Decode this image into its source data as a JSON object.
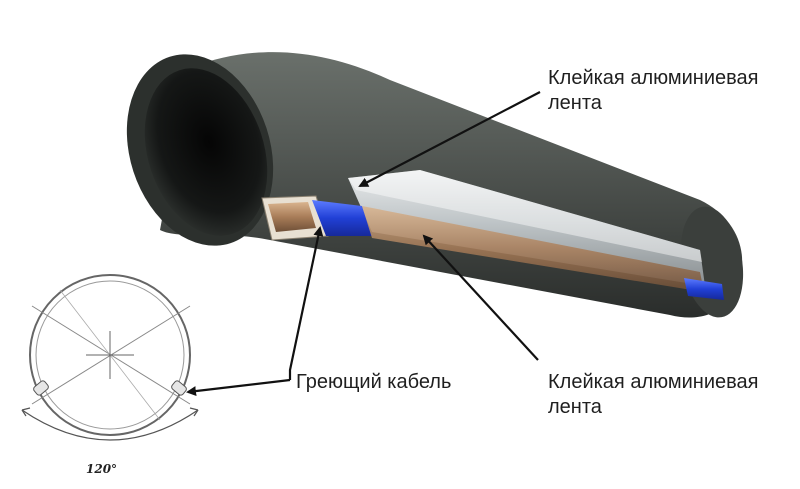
{
  "labels": {
    "tape_top": {
      "line1": "Клейкая алюминиевая",
      "line2": "лента"
    },
    "heating_cable": "Греющий кабель",
    "tape_bottom": {
      "line1": "Клейкая алюминиевая",
      "line2": "лента"
    },
    "angle": "120°"
  },
  "colors": {
    "pipe": "#4a4f4b",
    "pipe_dark": "#1b1d1c",
    "cable": "#2a4bd8",
    "foil": "#c9cfd2",
    "insulation": "#b48a63"
  }
}
